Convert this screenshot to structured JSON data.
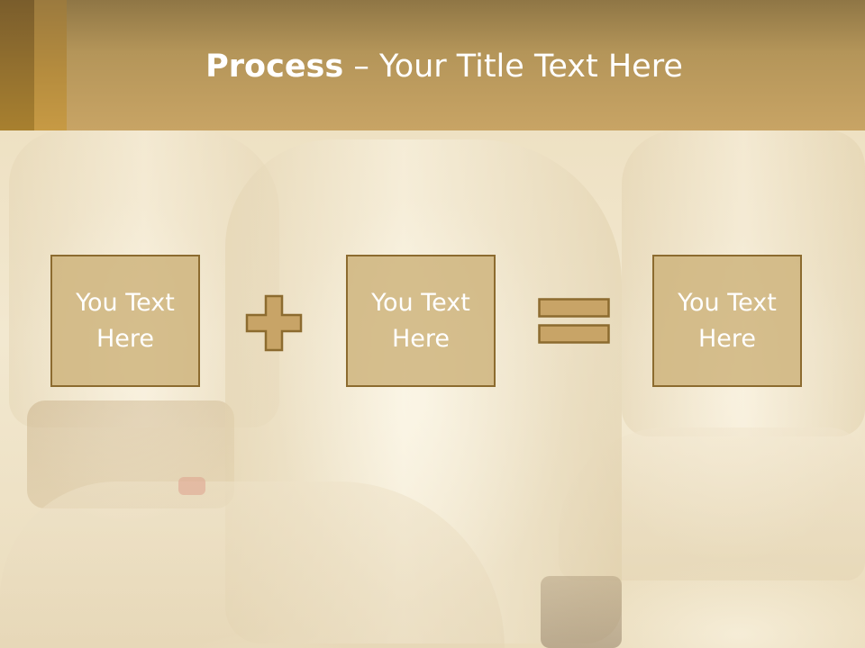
{
  "slide": {
    "title_bold": "Process",
    "title_rest": " – Your Title Text Here"
  },
  "process": {
    "boxes": [
      {
        "label": "You Text Here"
      },
      {
        "label": "You Text Here"
      },
      {
        "label": "You Text Here"
      }
    ],
    "operators": [
      "plus-icon",
      "equals-icon"
    ]
  },
  "colors": {
    "header": "#c3a062",
    "box_fill": "#cdb27a",
    "box_border": "#8c6b2f",
    "operator": "#c8a467",
    "text": "#ffffff"
  }
}
